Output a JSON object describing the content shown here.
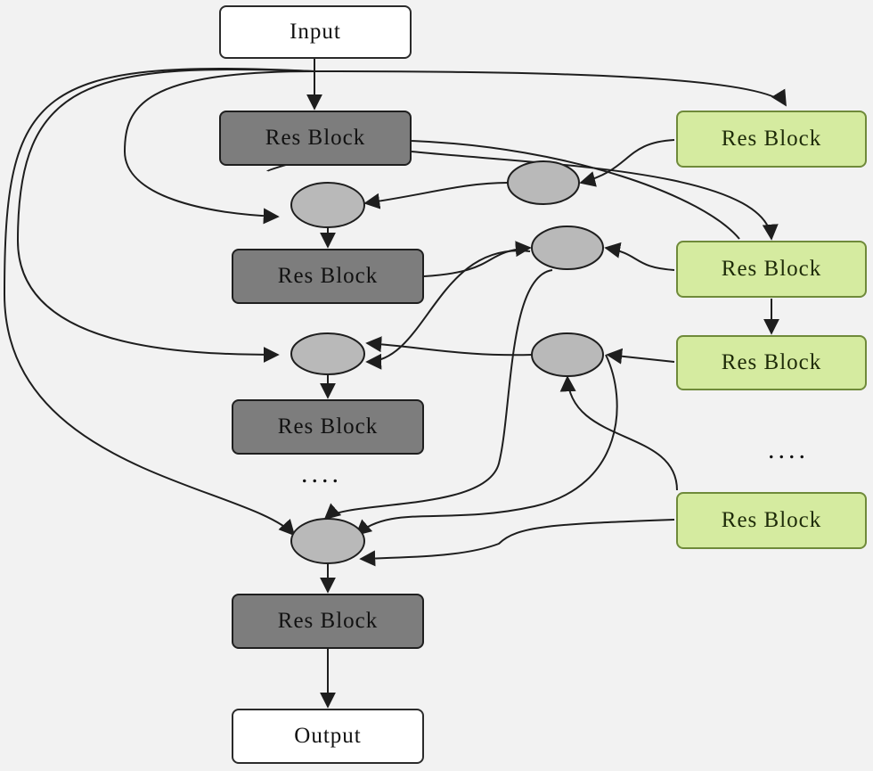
{
  "diagram": {
    "input_label": "Input",
    "output_label": "Output",
    "left_blocks": [
      "Res Block",
      "Res Block",
      "Res Block",
      "Res Block"
    ],
    "right_blocks": [
      "Res Block",
      "Res Block",
      "Res Block",
      "Res Block"
    ],
    "ellipsis_left": "....",
    "ellipsis_right": "....",
    "colors": {
      "background": "#f2f2f2",
      "left_block_fill": "#7d7d7d",
      "right_block_fill": "#d5eba0",
      "merge_node_fill": "#b9b9b9",
      "line": "#1e1e1e"
    }
  }
}
